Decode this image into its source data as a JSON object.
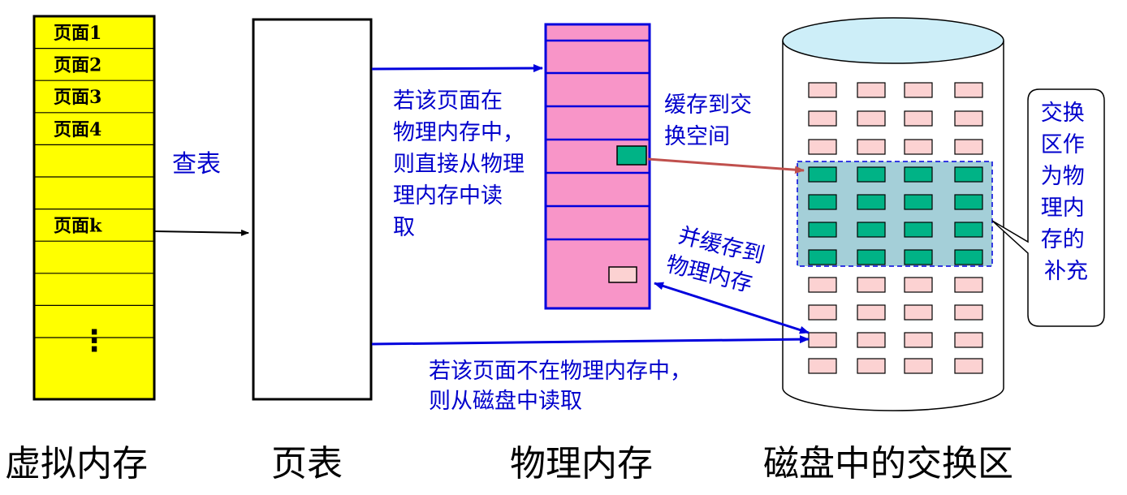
{
  "virtual_memory": {
    "pages": [
      "页面1",
      "页面2",
      "页面3",
      "页面4",
      "",
      "",
      "页面k",
      "",
      "",
      "",
      ""
    ],
    "ellipsis": "⋮"
  },
  "annotations": {
    "lookup": "查表",
    "hit": [
      "若该页面在",
      "物理内存中，",
      "则直接从物理",
      "理内存中读",
      "取"
    ],
    "cache_to_swap": [
      "缓存到交",
      "换空间"
    ],
    "cache_to_memory": [
      "并缓存到",
      "物理内存"
    ],
    "miss": [
      "若该页面不在物理内存中，",
      "则从磁盘中读取"
    ],
    "swap_note": [
      "交换",
      "区作",
      "为物",
      "理内",
      "存的",
      "补充"
    ]
  },
  "captions": {
    "virtual_memory": "虚拟内存",
    "page_table": "页表",
    "physical_memory": "物理内存",
    "swap": "磁盘中的交换区"
  },
  "colors": {
    "vm_fill": "#ffff00",
    "pm_fill": "#f895c8",
    "pm_stroke": "#0000dd",
    "disk_top": "#cdeef8",
    "block_pink": "#fcd2d2",
    "block_green": "#00b386",
    "swap_region": "#a4cfd8",
    "arrow_blue": "#0000dd",
    "arrow_red": "#c0504d"
  }
}
